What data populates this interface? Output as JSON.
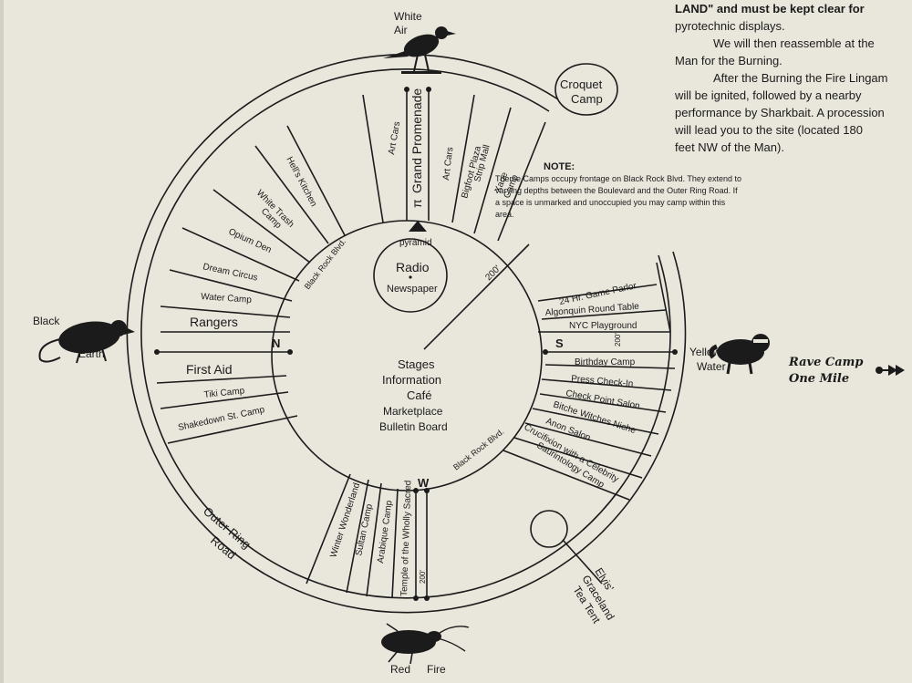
{
  "intro": {
    "lines": [
      "LAND\" and must be kept clear for",
      "pyrotechnic displays.",
      "We will then reassemble at the",
      "Man for the Burning.",
      "After the Burning the Fire Lingam",
      "will be ignited, followed by a nearby",
      "performance by Sharkbait. A procession",
      "will lead you to the site (located 180",
      "feet NW of the Man)."
    ]
  },
  "note": {
    "title": "NOTE:",
    "text": "Theme Camps occupy frontage on Black Rock Blvd. They extend to varying depths between the Boulevard and the Outer Ring Road. If a space is unmarked and unoccupied you may camp within this area."
  },
  "rave": {
    "line1": "Rave Camp",
    "line2": "One Mile"
  },
  "directions": {
    "north_top": [
      "White",
      "Air"
    ],
    "west_left": [
      "Black",
      "Earth"
    ],
    "east_right": [
      "Yellow",
      "Water"
    ],
    "south_bottom": [
      "Red",
      "Fire"
    ]
  },
  "compass": {
    "n": "N",
    "s": "S",
    "w": "W"
  },
  "center": {
    "radio": "Radio",
    "newspaper": "Newspaper",
    "pyramid": "pyramid",
    "lines": [
      "Stages",
      "Information",
      "Café",
      "Marketplace",
      "Bulletin Board"
    ]
  },
  "roads": {
    "blvd_nw": "Black Rock Blvd.",
    "blvd_se": "Black Rock Blvd.",
    "outer_ring": "Outer Ring",
    "road": "Road",
    "grand_promenade": "Grand Promenade",
    "pi": "π",
    "dist_200_ne": "200'",
    "dist_200_s": "200'",
    "dist_200_e": "200'"
  },
  "camps": {
    "croquet": [
      "Croquet",
      "Camp"
    ],
    "elvis": [
      "Elvis'",
      "Graceland",
      "Tea Tent"
    ],
    "nw": [
      "Art Cars",
      "Hell's Kitchen",
      "White Trash",
      "Camp",
      "Opium Den",
      "Dream Circus",
      "Water Camp"
    ],
    "ne": [
      "Art Cars",
      "Bigfoot Plaza",
      "Strip Mall",
      "Xaoe",
      "Camp"
    ],
    "w": [
      "Rangers",
      "First Aid",
      "Tiki Camp",
      "Shakedown St. Camp"
    ],
    "e_upper": [
      "24 Hr. Game Parlor",
      "Algonquin Round Table",
      "NYC Playground"
    ],
    "e_lower": [
      "Birthday Camp",
      "Press Check-In",
      "Check Point Salon",
      "Bitche Witches Niche",
      "Anon Salon",
      "Crucifixion with a Celebrity",
      "Saurintology Camp"
    ],
    "s": [
      "Winter Wonderland",
      "Sultan Camp",
      "Arabique Camp",
      "Temple of the Wholly Sacred"
    ]
  },
  "colors": {
    "ink": "#1b1b1b",
    "paper": "#e9e6dc"
  },
  "icons": [
    "pigeon-icon",
    "rat-icon",
    "raccoon-icon",
    "cockroach-icon",
    "arrow-right-icon",
    "pyramid-icon"
  ]
}
